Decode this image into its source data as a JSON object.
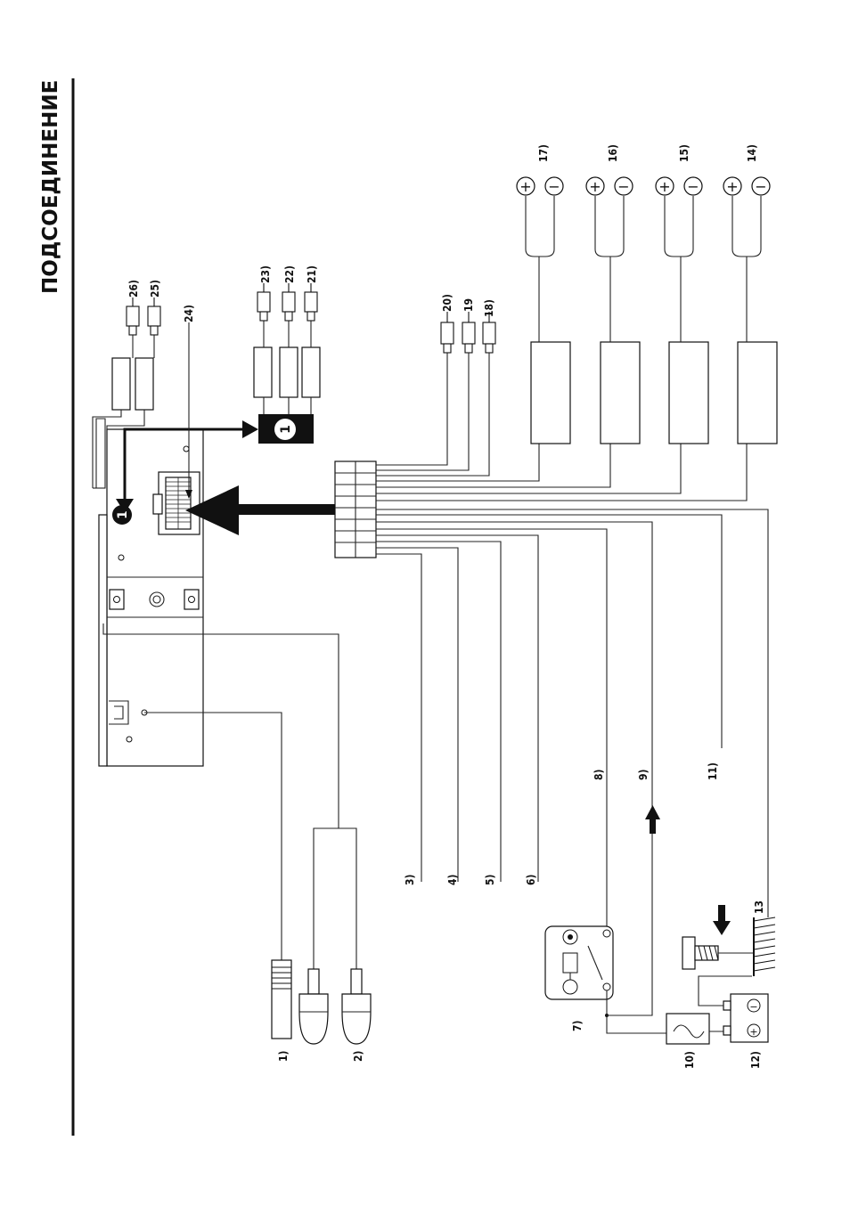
{
  "title": "ПОДСОЕДИНЕНИЕ",
  "callout": "1",
  "labels": {
    "l1": "1)",
    "l2": "2)",
    "l3": "3)",
    "l4": "4)",
    "l5": "5)",
    "l6": "6)",
    "l7": "7)",
    "l8": "8)",
    "l9": "9)",
    "l10": "10)",
    "l11": "11)",
    "l12": "12)",
    "l13": "13",
    "l14": "14)",
    "l15": "15)",
    "l16": "16)",
    "l17": "17)",
    "l18": "18)",
    "l19": "19",
    "l20": "20)",
    "l21": "21)",
    "l22": "22)",
    "l23": "23)",
    "l24": "24)",
    "l25": "25)",
    "l26": "26)"
  },
  "speaker_signs": {
    "plus": "+",
    "minus": "−"
  },
  "battery_signs": {
    "plus": "+",
    "minus": "−"
  }
}
